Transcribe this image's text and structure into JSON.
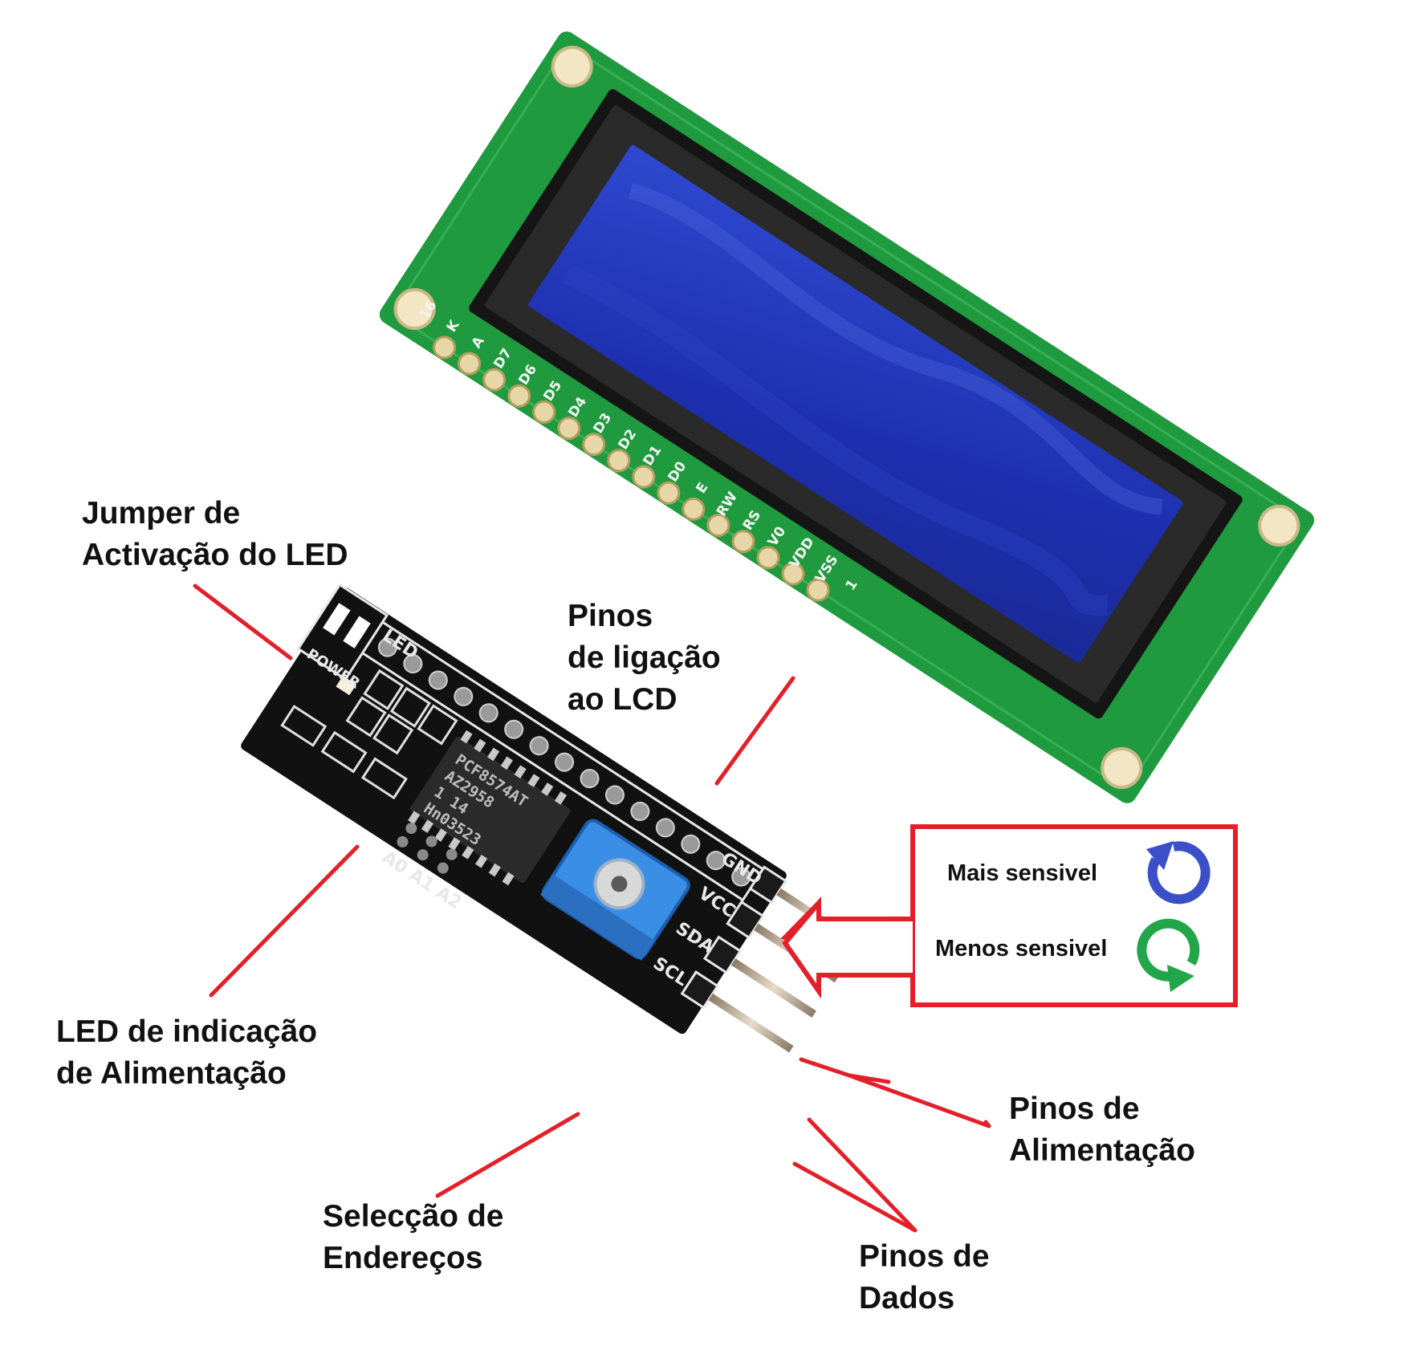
{
  "callouts": {
    "jumper": [
      "Jumper de",
      "Activação do LED"
    ],
    "lcd_pins": [
      "Pinos",
      "de ligação",
      "ao LCD"
    ],
    "power_led": [
      "LED de indicação",
      "de Alimentação"
    ],
    "address": [
      "Selecção de",
      "Endereços"
    ],
    "power_pins": [
      "Pinos de",
      "Alimentação"
    ],
    "data_pins": [
      "Pinos de",
      "Dados"
    ]
  },
  "sensitivity": {
    "more": "Mais sensivel",
    "less": "Menos sensivel"
  },
  "lcd_pin_labels": [
    "16",
    "K",
    "A",
    "D7",
    "D6",
    "D5",
    "D4",
    "D3",
    "D2",
    "D1",
    "D0",
    "E",
    "RW",
    "RS",
    "V0",
    "VDD",
    "VSS",
    "1"
  ],
  "i2c_pin_labels": [
    "GND",
    "VCC",
    "SDA",
    "SCL"
  ],
  "board_silkscreen": {
    "led": "LED",
    "power": "POWER",
    "address": "A0 A1 A2",
    "chip": [
      "PCF8574AT",
      "AZ2958",
      "1 14",
      "Hn03523"
    ]
  },
  "colors": {
    "pcb_green": "#1f9a3e",
    "lcd_blue": "#1f35b8",
    "board_black": "#111111",
    "pot_blue": "#3a8ee6",
    "annotation_red": "#e3202a",
    "arrow_more": "#3a4fc8",
    "arrow_less": "#22a64a"
  }
}
